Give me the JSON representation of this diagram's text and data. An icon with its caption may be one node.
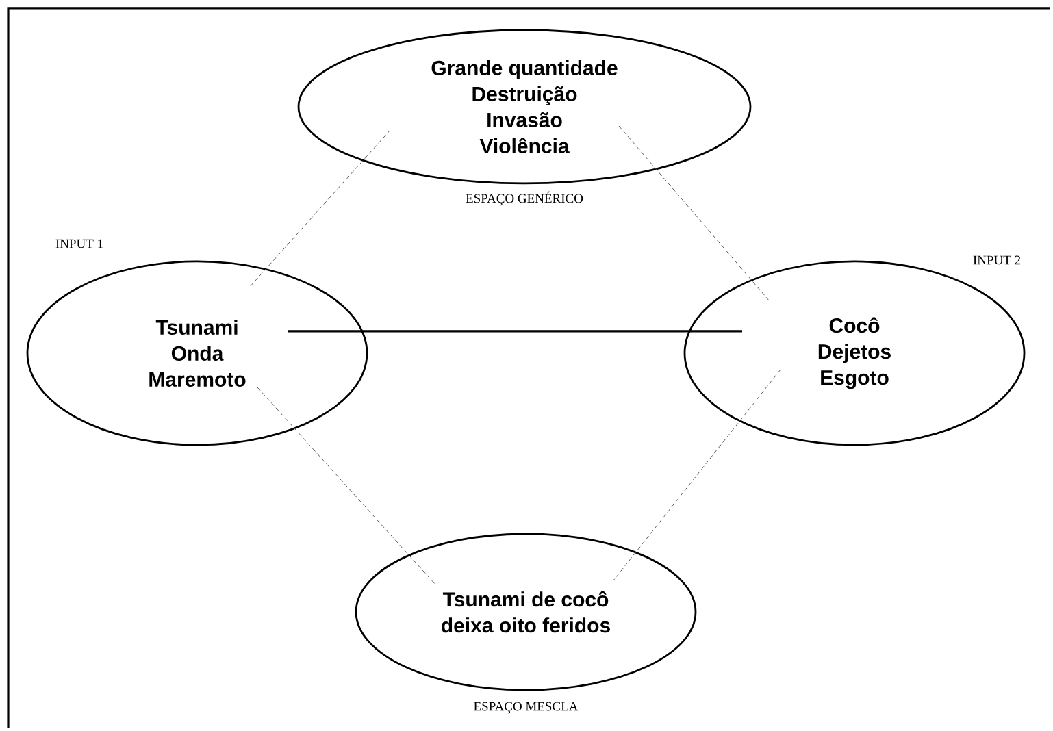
{
  "diagram": {
    "nodes": [
      {
        "text": [
          "Grande quantidade",
          "Destruição",
          "Invasão",
          "Violência"
        ],
        "beside": [
          "ESPAÇO GENÉRICO"
        ]
      },
      {
        "text": [
          "Tsunami",
          "Onda",
          "Maremoto"
        ],
        "beside": [
          "INPUT 1"
        ]
      },
      {
        "text": [
          "Cocô",
          "Dejetos",
          "Esgoto"
        ],
        "beside": [
          "INPUT 2"
        ]
      },
      {
        "text": [
          "Tsunami de cocô",
          "deixa oito feridos"
        ],
        "beside": [
          "ESPAÇO MESCLA"
        ]
      }
    ],
    "edges": [
      {
        "from": 0,
        "to": 1,
        "arrow": "none",
        "style": "dashed"
      },
      {
        "from": 0,
        "to": 2,
        "arrow": "none",
        "style": "dashed"
      },
      {
        "from": 1,
        "to": 2,
        "arrow": "none"
      },
      {
        "from": 1,
        "to": 3,
        "arrow": "none",
        "style": "dashed"
      },
      {
        "from": 2,
        "to": 3,
        "arrow": "none",
        "style": "dashed"
      }
    ]
  }
}
